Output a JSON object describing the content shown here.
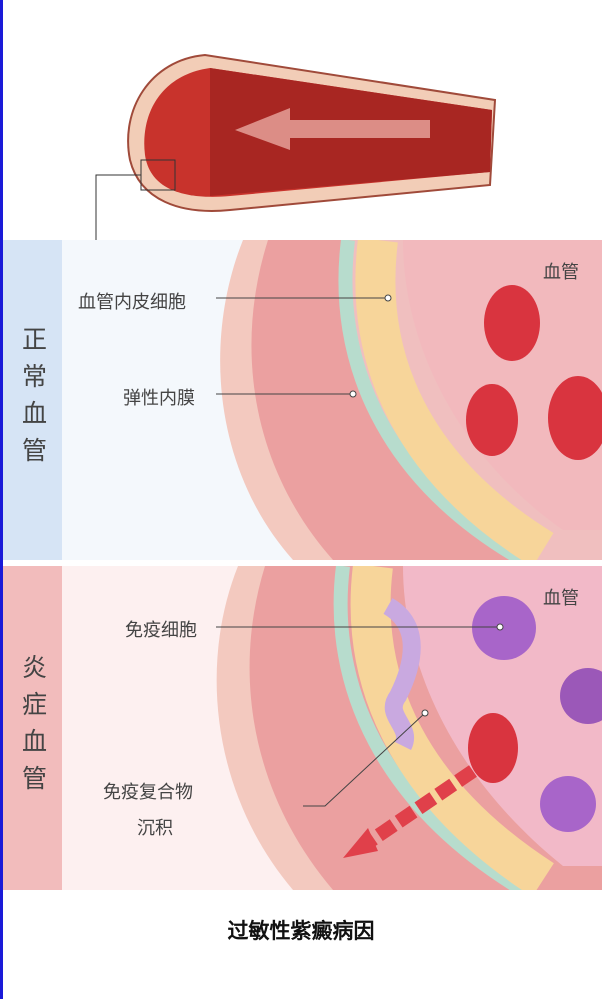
{
  "top_illustration": {
    "description_icon": "artery-icon",
    "flow_direction": "left"
  },
  "normal": {
    "side_label": "正常血管",
    "labels": {
      "endothelial": "血管内皮细胞",
      "elastic": "弹性内膜",
      "vessel": "血管"
    }
  },
  "inflamed": {
    "side_label": "炎症血管",
    "labels": {
      "immune_cell": "免疫细胞",
      "complex_1": "免疫复合物",
      "complex_2": "沉积",
      "vessel": "血管"
    }
  },
  "caption": "过敏性紫癜病因",
  "colors": {
    "normal_side": "#d6e4f5",
    "inflamed_side": "#f2bcbc",
    "blood": "#d9343f",
    "immune": "#a865c9"
  }
}
